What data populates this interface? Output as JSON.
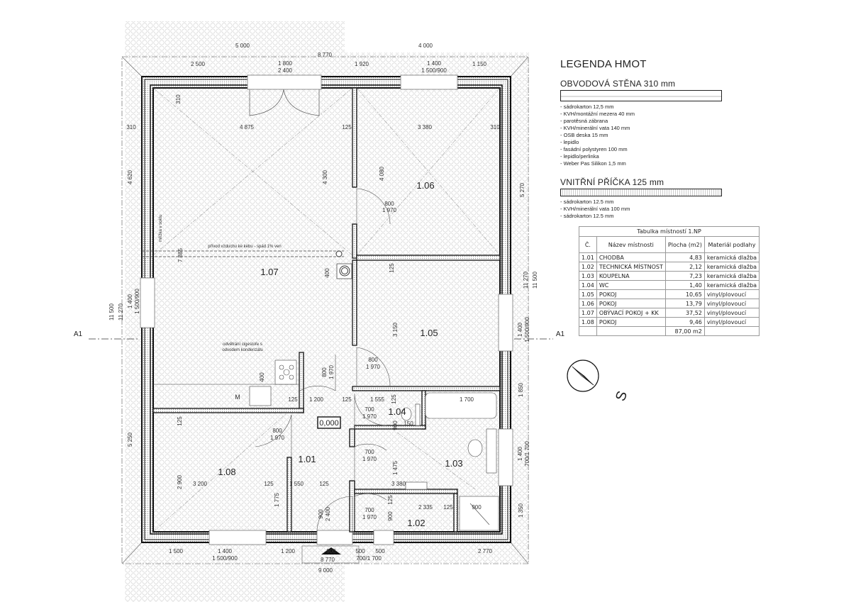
{
  "legend": {
    "title": "LEGENDA HMOT",
    "outer_wall": {
      "title": "OBVODOVÁ STĚNA 310 mm",
      "layers": [
        "- sádrokarton 12,5 mm",
        "- KVH/montážní mezera 40 mm",
        "- parotěsná zábrana",
        "- KVH/minerální vata 140 mm",
        "- OSB deska 15 mm",
        "- lepidlo",
        "- fasádní polystyren 100 mm",
        "- lepidlo/perlinka",
        "- Weber Pas Silikon 1,5 mm"
      ]
    },
    "inner_wall": {
      "title": "VNITŘNÍ PŘÍČKA 125 mm",
      "layers": [
        "- sádrokarton 12.5 mm",
        "- KVH/minerální vata 100 mm",
        "- sádrokarton 12.5 mm"
      ]
    }
  },
  "room_table": {
    "caption": "Tabulka místností 1.NP",
    "headers": [
      "Č.",
      "Název místnosti",
      "Plocha (m2)",
      "Materiál podlahy"
    ],
    "rows": [
      [
        "1.01",
        "CHODBA",
        "4,83",
        "keramická dlažba"
      ],
      [
        "1.02",
        "TECHNICKÁ MÍSTNOST",
        "2,12",
        "keramická dlažba"
      ],
      [
        "1.03",
        "KOUPELNA",
        "7,23",
        "keramická dlažba"
      ],
      [
        "1.04",
        "WC",
        "1,40",
        "keramická dlažba"
      ],
      [
        "1.05",
        "POKOJ",
        "10,65",
        "vinyl/plovoucí"
      ],
      [
        "1.06",
        "POKOJ",
        "13,79",
        "vinyl/plovoucí"
      ],
      [
        "1.07",
        "OBÝVACÍ POKOJ + KK",
        "37,52",
        "vinyl/plovoucí"
      ],
      [
        "1.08",
        "POKOJ",
        "9,46",
        "vinyl/plovoucí"
      ]
    ],
    "total": "87,00 m2"
  },
  "plan": {
    "rooms": [
      "1.06",
      "1.07",
      "1.05",
      "1.04",
      "1.01",
      "1.03",
      "1.08",
      "1.02"
    ],
    "elevation": "0,000",
    "section_marks": [
      "A1",
      "A1"
    ],
    "orientation_label": "S",
    "notes": [
      "přívod vzduchu ke kebu - spád 1% ven",
      "mřížka v soklu",
      "odvětrání cigestoře s",
      "odvodem kondenzátu",
      "M"
    ],
    "dimensions": [
      "5 000",
      "8 770",
      "4 000",
      "2 500",
      "1 800",
      "2 400",
      "1 920",
      "1 400",
      "1 500/900",
      "1 150",
      "310",
      "310",
      "4 875",
      "125",
      "3 380",
      "310",
      "4 620",
      "11 500",
      "11 270",
      "1 400",
      "1 500/900",
      "5 250",
      "5 270",
      "11 270",
      "11 500",
      "1 400",
      "1 500/900",
      "1 850",
      "1 400",
      "700/1 700",
      "1 350",
      "4 300",
      "4 080",
      "800",
      "1 970",
      "7 885",
      "400",
      "125",
      "3 150",
      "800",
      "1 970",
      "800",
      "1 970",
      "400",
      "125",
      "1 200",
      "125",
      "1 555",
      "125",
      "1 700",
      "700",
      "1 970",
      "900",
      "150",
      "125",
      "800",
      "1 970",
      "700",
      "1 970",
      "1 475",
      "2 900",
      "3 200",
      "125",
      "1 550",
      "125",
      "3 380",
      "1 775",
      "125",
      "2 335",
      "125",
      "900",
      "700",
      "1 970",
      "900",
      "2 400",
      "900",
      "1 500",
      "1 400",
      "1 500/900",
      "1 200",
      "900",
      "500",
      "500",
      "700/1 700",
      "2 770",
      "8 770",
      "9 000"
    ]
  }
}
